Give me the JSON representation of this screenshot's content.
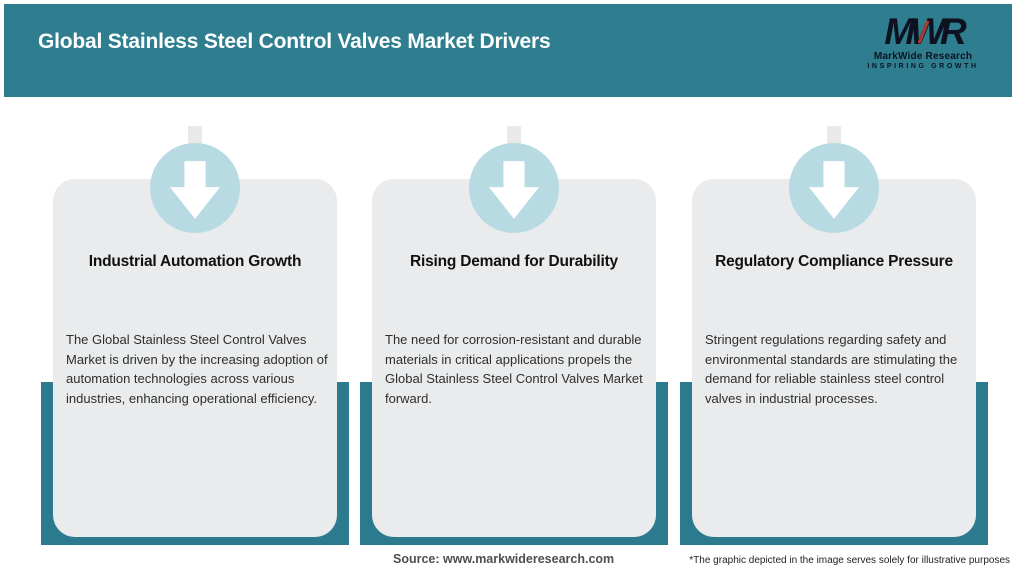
{
  "header": {
    "title": "Global Stainless Steel Control Valves Market Drivers",
    "logo": {
      "monogram": "MWR",
      "name": "MarkWide Research",
      "tagline": "INSPIRING GROWTH"
    }
  },
  "cards": [
    {
      "title": "Industrial Automation Growth",
      "description": "The Global Stainless Steel Control Valves Market is driven by the increasing adoption of automation technologies across various industries, enhancing operational efficiency."
    },
    {
      "title": "Rising Demand for Durability",
      "description": "The need for corrosion-resistant and durable materials in critical applications propels the Global Stainless Steel Control Valves Market forward."
    },
    {
      "title": "Regulatory Compliance Pressure",
      "description": "Stringent regulations regarding safety and environmental standards are stimulating the demand for reliable stainless steel control valves in industrial processes."
    }
  ],
  "footer": {
    "source": "Source: www.markwideresearch.com",
    "disclaimer": "*The graphic depicted in the image serves solely for illustrative purposes"
  },
  "icons": [
    {
      "name": "down-arrow-icon",
      "shape": "block-arrow-down",
      "color": "#ffffff"
    }
  ],
  "colors": {
    "header_teal": "#2e7e90",
    "frame_teal": "#2b7a8e",
    "circle_blue": "#b8dae3",
    "card_gray": "#e9ebec",
    "logo_dark": "#0e1220",
    "logo_accent_red": "#b03a30"
  }
}
